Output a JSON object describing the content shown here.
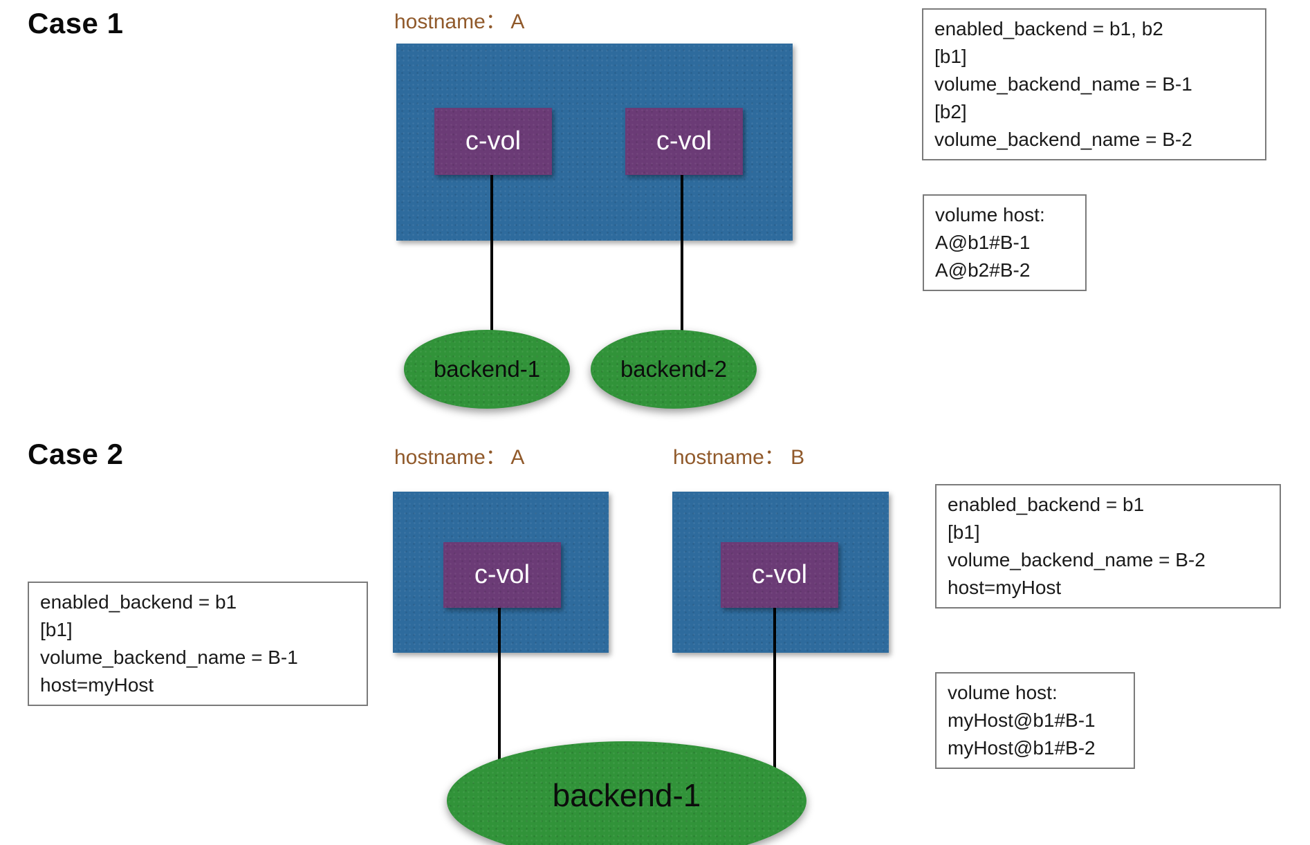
{
  "colors": {
    "host_rect_blue": "#2e6b9d",
    "cvol_purple": "#6b3b76",
    "backend_green": "#319339",
    "hostname_brown": "#90592a",
    "note_border_gray": "#7a7a7a",
    "connector_black": "#000000"
  },
  "case1": {
    "title": "Case 1",
    "hostname": "hostname： A",
    "cvol_labels": [
      "c-vol",
      "c-vol"
    ],
    "backend_labels": [
      "backend-1",
      "backend-2"
    ],
    "config_box_lines": [
      "enabled_backend = b1, b2",
      "[b1]",
      "volume_backend_name = B-1",
      "[b2]",
      "volume_backend_name = B-2"
    ],
    "volume_host_lines": [
      "volume host:",
      "A@b1#B-1",
      "A@b2#B-2"
    ]
  },
  "case2": {
    "title": "Case 2",
    "hostnames": [
      "hostname： A",
      "hostname： B"
    ],
    "cvol_labels": [
      "c-vol",
      "c-vol"
    ],
    "backend_label": "backend-1",
    "left_config_lines": [
      "enabled_backend = b1",
      "[b1]",
      "volume_backend_name = B-1",
      "host=myHost"
    ],
    "right_config_lines": [
      "enabled_backend = b1",
      "[b1]",
      "volume_backend_name = B-2",
      "host=myHost"
    ],
    "volume_host_lines": [
      "volume host:",
      "myHost@b1#B-1",
      "myHost@b1#B-2"
    ]
  }
}
